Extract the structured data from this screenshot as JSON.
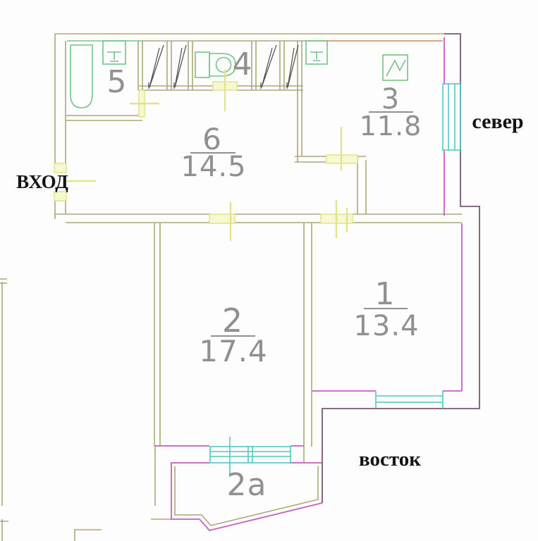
{
  "labels": {
    "entrance": "ВХОД",
    "north": "север",
    "east": "восток"
  },
  "rooms": {
    "bathroom": {
      "number": "5"
    },
    "wc": {
      "number": "4"
    },
    "kitchen": {
      "number": "3",
      "area": "11.8"
    },
    "hallway": {
      "number": "6",
      "area": "14.5"
    },
    "living": {
      "number": "2",
      "area": "17.4"
    },
    "bedroom": {
      "number": "1",
      "area": "13.4"
    },
    "balcony": {
      "number": "2а"
    }
  },
  "colors": {
    "wall": "#aea878",
    "partition": "#c45fc4",
    "exterior": "#7a5875",
    "window": "#54c6c6",
    "fixture": "#76c387",
    "door_mark": "#e3e489",
    "room_label": "#909090",
    "text": "#141414"
  }
}
